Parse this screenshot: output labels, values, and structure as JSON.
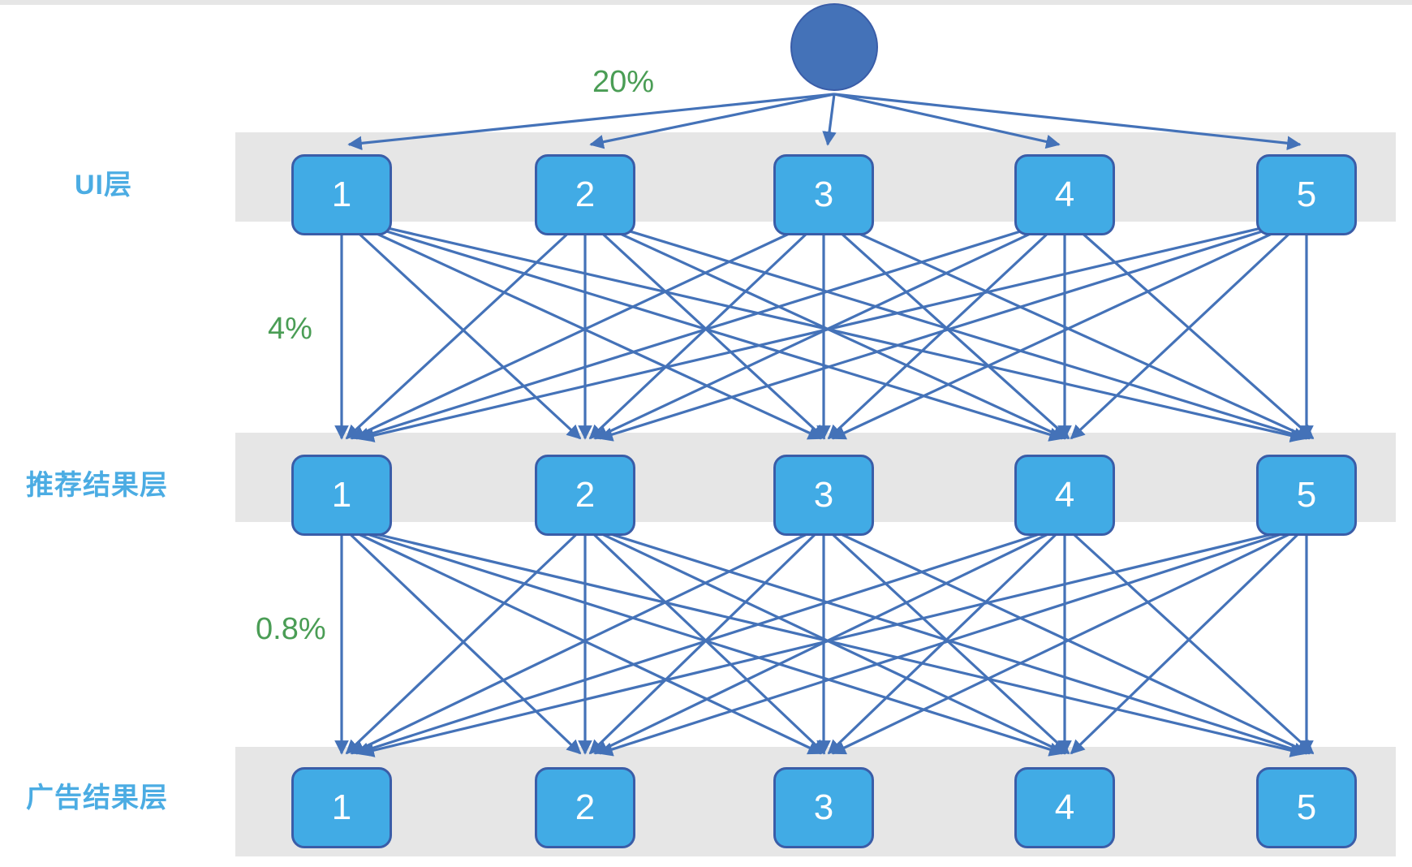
{
  "diagram": {
    "title": "",
    "colors": {
      "node_fill": "#41ABE5",
      "node_border": "#3A5DA8",
      "root_fill": "#4472B8",
      "band_bg": "#e6e6e6",
      "label_color": "#4BACE3",
      "pct_color": "#4A9D55",
      "edge_color": "#4472B8",
      "node_text": "#ffffff"
    },
    "root": {
      "name": "root-node",
      "label": ""
    },
    "layers": [
      {
        "id": "ui-layer",
        "label": "UI层",
        "nodes": [
          {
            "label": "1"
          },
          {
            "label": "2"
          },
          {
            "label": "3"
          },
          {
            "label": "4"
          },
          {
            "label": "5"
          }
        ]
      },
      {
        "id": "recommend-layer",
        "label": "推荐结果层",
        "nodes": [
          {
            "label": "1"
          },
          {
            "label": "2"
          },
          {
            "label": "3"
          },
          {
            "label": "4"
          },
          {
            "label": "5"
          }
        ]
      },
      {
        "id": "ad-layer",
        "label": "广告结果层",
        "nodes": [
          {
            "label": "1"
          },
          {
            "label": "2"
          },
          {
            "label": "3"
          },
          {
            "label": "4"
          },
          {
            "label": "5"
          }
        ]
      }
    ],
    "rates": [
      {
        "id": "root-to-ui",
        "label": "20%"
      },
      {
        "id": "ui-to-recommend",
        "label": "4%"
      },
      {
        "id": "recommend-to-ad",
        "label": "0.8%"
      }
    ]
  }
}
